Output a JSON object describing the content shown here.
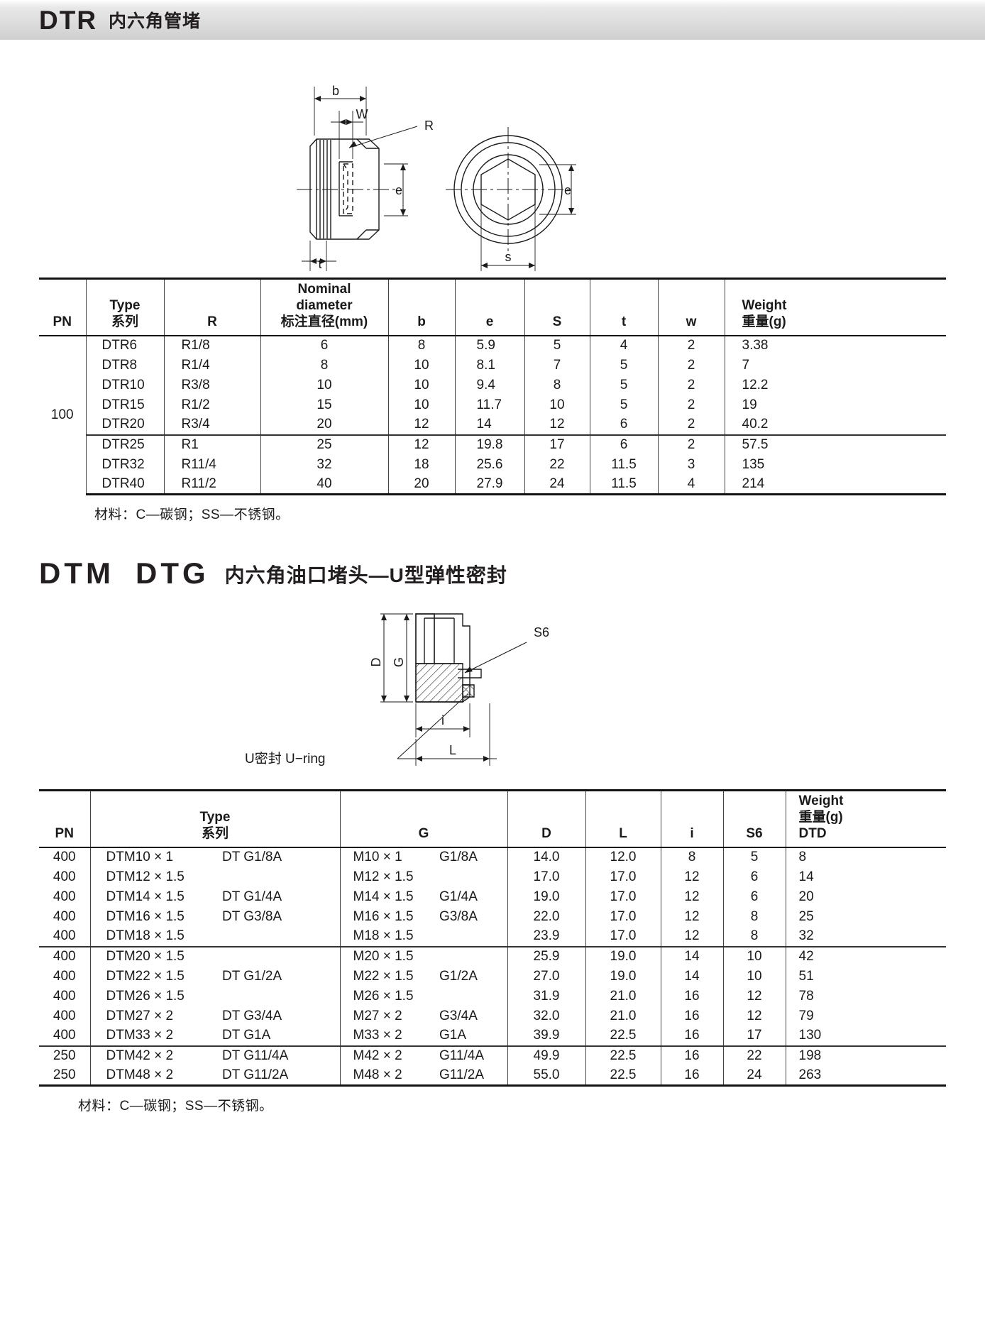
{
  "sections": [
    {
      "code": "DTR",
      "cn_title": "内六角管堵",
      "drawing": {
        "labels": [
          "b",
          "W",
          "R",
          "e",
          "t",
          "s",
          "e"
        ]
      },
      "table": {
        "headers": {
          "pn": "PN",
          "type_en": "Type",
          "type_cn": "系列",
          "r": "R",
          "nominal_en1": "Nominal",
          "nominal_en2": "diameter",
          "nominal_cn": "标注直径(mm)",
          "b": "b",
          "e": "e",
          "s": "S",
          "t": "t",
          "w": "w",
          "weight_en": "Weight",
          "weight_cn": "重量(g)"
        },
        "pn_value": "100",
        "rows": [
          {
            "type": "DTR6",
            "r": "R1/8",
            "nd": "6",
            "b": "8",
            "e": "5.9",
            "s": "5",
            "t": "4",
            "w": "2",
            "weight": "3.38"
          },
          {
            "type": "DTR8",
            "r": "R1/4",
            "nd": "8",
            "b": "10",
            "e": "8.1",
            "s": "7",
            "t": "5",
            "w": "2",
            "weight": "7"
          },
          {
            "type": "DTR10",
            "r": "R3/8",
            "nd": "10",
            "b": "10",
            "e": "9.4",
            "s": "8",
            "t": "5",
            "w": "2",
            "weight": "12.2"
          },
          {
            "type": "DTR15",
            "r": "R1/2",
            "nd": "15",
            "b": "10",
            "e": "11.7",
            "s": "10",
            "t": "5",
            "w": "2",
            "weight": "19"
          },
          {
            "type": "DTR20",
            "r": "R3/4",
            "nd": "20",
            "b": "12",
            "e": "14",
            "s": "12",
            "t": "6",
            "w": "2",
            "weight": "40.2",
            "group_end": true
          },
          {
            "type": "DTR25",
            "r": "R1",
            "nd": "25",
            "b": "12",
            "e": "19.8",
            "s": "17",
            "t": "6",
            "w": "2",
            "weight": "57.5"
          },
          {
            "type": "DTR32",
            "r": "R11/4",
            "nd": "32",
            "b": "18",
            "e": "25.6",
            "s": "22",
            "t": "11.5",
            "w": "3",
            "weight": "135"
          },
          {
            "type": "DTR40",
            "r": "R11/2",
            "nd": "40",
            "b": "20",
            "e": "27.9",
            "s": "24",
            "t": "11.5",
            "w": "4",
            "weight": "214"
          }
        ]
      },
      "note": "材料：C—碳钢；SS—不锈钢。"
    },
    {
      "code1": "DTM",
      "code2": "DTG",
      "cn_title": "内六角油口堵头—U型弹性密封",
      "drawing": {
        "labels": [
          "S6",
          "D",
          "G",
          "i",
          "L"
        ],
        "caption": "U密封 U−ring"
      },
      "table": {
        "headers": {
          "pn": "PN",
          "type_en": "Type",
          "type_cn": "系列",
          "g": "G",
          "d": "D",
          "l": "L",
          "i": "i",
          "s6": "S6",
          "weight_en": "Weight",
          "weight_cn": "重量(g)",
          "weight_code": "DTD"
        },
        "rows": [
          {
            "pn": "400",
            "dtm": "DTM10 × 1",
            "dtg": "DT G1/8A",
            "gm": "M10 × 1",
            "gg": "G1/8A",
            "d": "14.0",
            "l": "12.0",
            "i": "8",
            "s6": "5",
            "weight": "8"
          },
          {
            "pn": "400",
            "dtm": "DTM12 × 1.5",
            "dtg": "",
            "gm": "M12 × 1.5",
            "gg": "",
            "d": "17.0",
            "l": "17.0",
            "i": "12",
            "s6": "6",
            "weight": "14"
          },
          {
            "pn": "400",
            "dtm": "DTM14 × 1.5",
            "dtg": "DT G1/4A",
            "gm": "M14 × 1.5",
            "gg": "G1/4A",
            "d": "19.0",
            "l": "17.0",
            "i": "12",
            "s6": "6",
            "weight": "20"
          },
          {
            "pn": "400",
            "dtm": "DTM16 × 1.5",
            "dtg": "DT G3/8A",
            "gm": "M16 × 1.5",
            "gg": "G3/8A",
            "d": "22.0",
            "l": "17.0",
            "i": "12",
            "s6": "8",
            "weight": "25"
          },
          {
            "pn": "400",
            "dtm": "DTM18 × 1.5",
            "dtg": "",
            "gm": "M18 × 1.5",
            "gg": "",
            "d": "23.9",
            "l": "17.0",
            "i": "12",
            "s6": "8",
            "weight": "32",
            "group_end": true
          },
          {
            "pn": "400",
            "dtm": "DTM20 × 1.5",
            "dtg": "",
            "gm": "M20 × 1.5",
            "gg": "",
            "d": "25.9",
            "l": "19.0",
            "i": "14",
            "s6": "10",
            "weight": "42"
          },
          {
            "pn": "400",
            "dtm": "DTM22 × 1.5",
            "dtg": "DT G1/2A",
            "gm": "M22 × 1.5",
            "gg": "G1/2A",
            "d": "27.0",
            "l": "19.0",
            "i": "14",
            "s6": "10",
            "weight": "51"
          },
          {
            "pn": "400",
            "dtm": "DTM26 × 1.5",
            "dtg": "",
            "gm": "M26 × 1.5",
            "gg": "",
            "d": "31.9",
            "l": "21.0",
            "i": "16",
            "s6": "12",
            "weight": "78"
          },
          {
            "pn": "400",
            "dtm": "DTM27 × 2",
            "dtg": "DT G3/4A",
            "gm": "M27 × 2",
            "gg": "G3/4A",
            "d": "32.0",
            "l": "21.0",
            "i": "16",
            "s6": "12",
            "weight": "79"
          },
          {
            "pn": "400",
            "dtm": "DTM33 × 2",
            "dtg": "DT G1A",
            "gm": "M33 × 2",
            "gg": "G1A",
            "d": "39.9",
            "l": "22.5",
            "i": "16",
            "s6": "17",
            "weight": "130",
            "group_end": true
          },
          {
            "pn": "250",
            "dtm": "DTM42 × 2",
            "dtg": "DT G11/4A",
            "gm": "M42 × 2",
            "gg": "G11/4A",
            "d": "49.9",
            "l": "22.5",
            "i": "16",
            "s6": "22",
            "weight": "198"
          },
          {
            "pn": "250",
            "dtm": "DTM48 × 2",
            "dtg": "DT G11/2A",
            "gm": "M48 × 2",
            "gg": "G11/2A",
            "d": "55.0",
            "l": "22.5",
            "i": "16",
            "s6": "24",
            "weight": "263"
          }
        ]
      },
      "note": "材料：C—碳钢；SS—不锈钢。"
    }
  ]
}
